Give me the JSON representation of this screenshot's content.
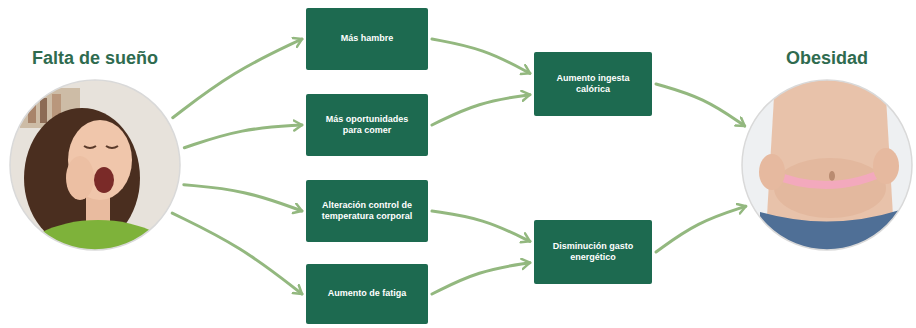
{
  "diagram": {
    "nodes": [
      {
        "text": [
          "Falta de sueño"
        ]
      },
      {
        "text": [
          "Más hambre"
        ]
      },
      {
        "text": [
          "Más oportunidades para comer"
        ]
      },
      {
        "text": [
          "Alteración control de temperatura corporal"
        ]
      },
      {
        "text": [
          "Aumento de fatiga"
        ]
      },
      {
        "text": [
          "Aumento ingesta calórica"
        ]
      },
      {
        "text": [
          "Disminución gasto energético"
        ]
      },
      {
        "text": [
          "Obesidad"
        ]
      }
    ],
    "edges": [
      {
        "from": 0,
        "to": 1,
        "arrow": "to"
      },
      {
        "from": 0,
        "to": 2,
        "arrow": "to"
      },
      {
        "from": 0,
        "to": 3,
        "arrow": "to"
      },
      {
        "from": 0,
        "to": 4,
        "arrow": "to"
      },
      {
        "from": 1,
        "to": 5,
        "arrow": "to"
      },
      {
        "from": 2,
        "to": 5,
        "arrow": "to"
      },
      {
        "from": 3,
        "to": 6,
        "arrow": "to"
      },
      {
        "from": 4,
        "to": 6,
        "arrow": "to"
      },
      {
        "from": 5,
        "to": 7,
        "arrow": "to"
      },
      {
        "from": 6,
        "to": 7,
        "arrow": "to"
      }
    ]
  }
}
